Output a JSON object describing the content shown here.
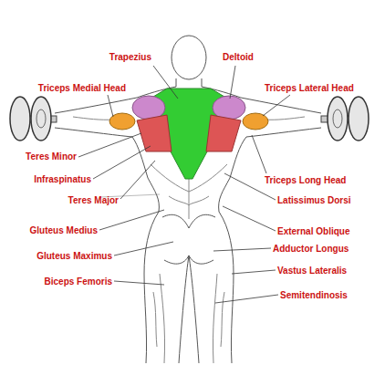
{
  "diagram": {
    "labels": [
      "Trapezius",
      "Deltoid",
      "Triceps Medial Head",
      "Triceps Lateral Head",
      "Teres Minor",
      "Triceps Long Head",
      "Infraspinatus",
      "Teres Major",
      "Latissimus Dorsi",
      "Gluteus Medius",
      "External Oblique",
      "Adductor Longus",
      "Gluteus Maximus",
      "Vastus Lateralis",
      "Biceps Femoris",
      "Semitendinosis"
    ]
  }
}
